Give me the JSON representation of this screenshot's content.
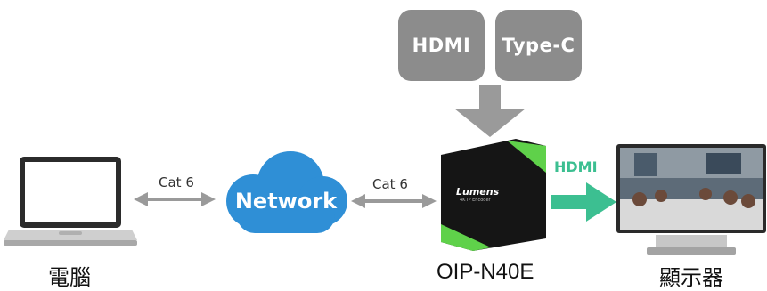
{
  "inputs": [
    "HDMI",
    "Type-C"
  ],
  "links": {
    "left_cable": "Cat 6",
    "right_cable": "Cat 6",
    "output_cable": "HDMI"
  },
  "network": {
    "label": "Network"
  },
  "encoder": {
    "brand": "Lumens",
    "subtitle": "4K IP Encoder",
    "model": "OIP-N40E"
  },
  "captions": {
    "laptop": "電腦",
    "encoder": "OIP-N40E",
    "display": "顯示器"
  },
  "colors": {
    "box_gray": "#8c8c8c",
    "arrow_gray": "#9a9a9a",
    "cloud_blue": "#2f8fd6",
    "output_green": "#3cbf91",
    "device_green": "#5fd14a"
  }
}
